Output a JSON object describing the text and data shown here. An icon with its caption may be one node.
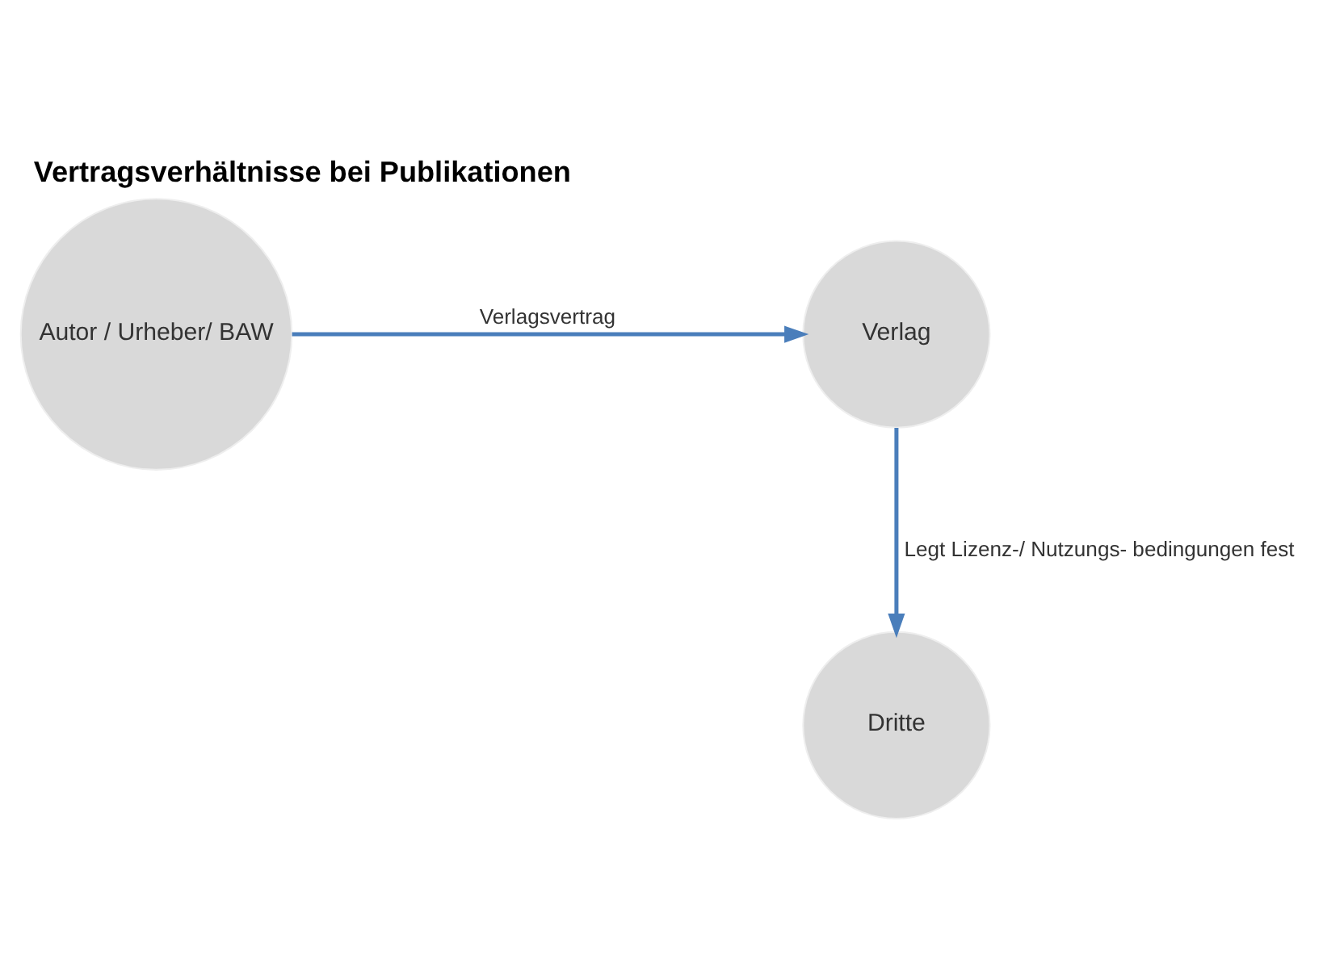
{
  "diagram": {
    "title": "Vertragsverhältnisse bei Publikationen",
    "nodes": [
      {
        "text": [
          "Autor / Urheber/ BAW"
        ]
      },
      {
        "text": [
          "Verlag"
        ]
      },
      {
        "text": [
          "Dritte"
        ]
      }
    ],
    "edges": [
      {
        "from": 0,
        "to": 1,
        "arrow": "to",
        "label": "Verlagsvertrag"
      },
      {
        "from": 1,
        "to": 2,
        "arrow": "to",
        "label": "Legt Lizenz-/ Nutzungs- bedingungen fest"
      }
    ]
  }
}
